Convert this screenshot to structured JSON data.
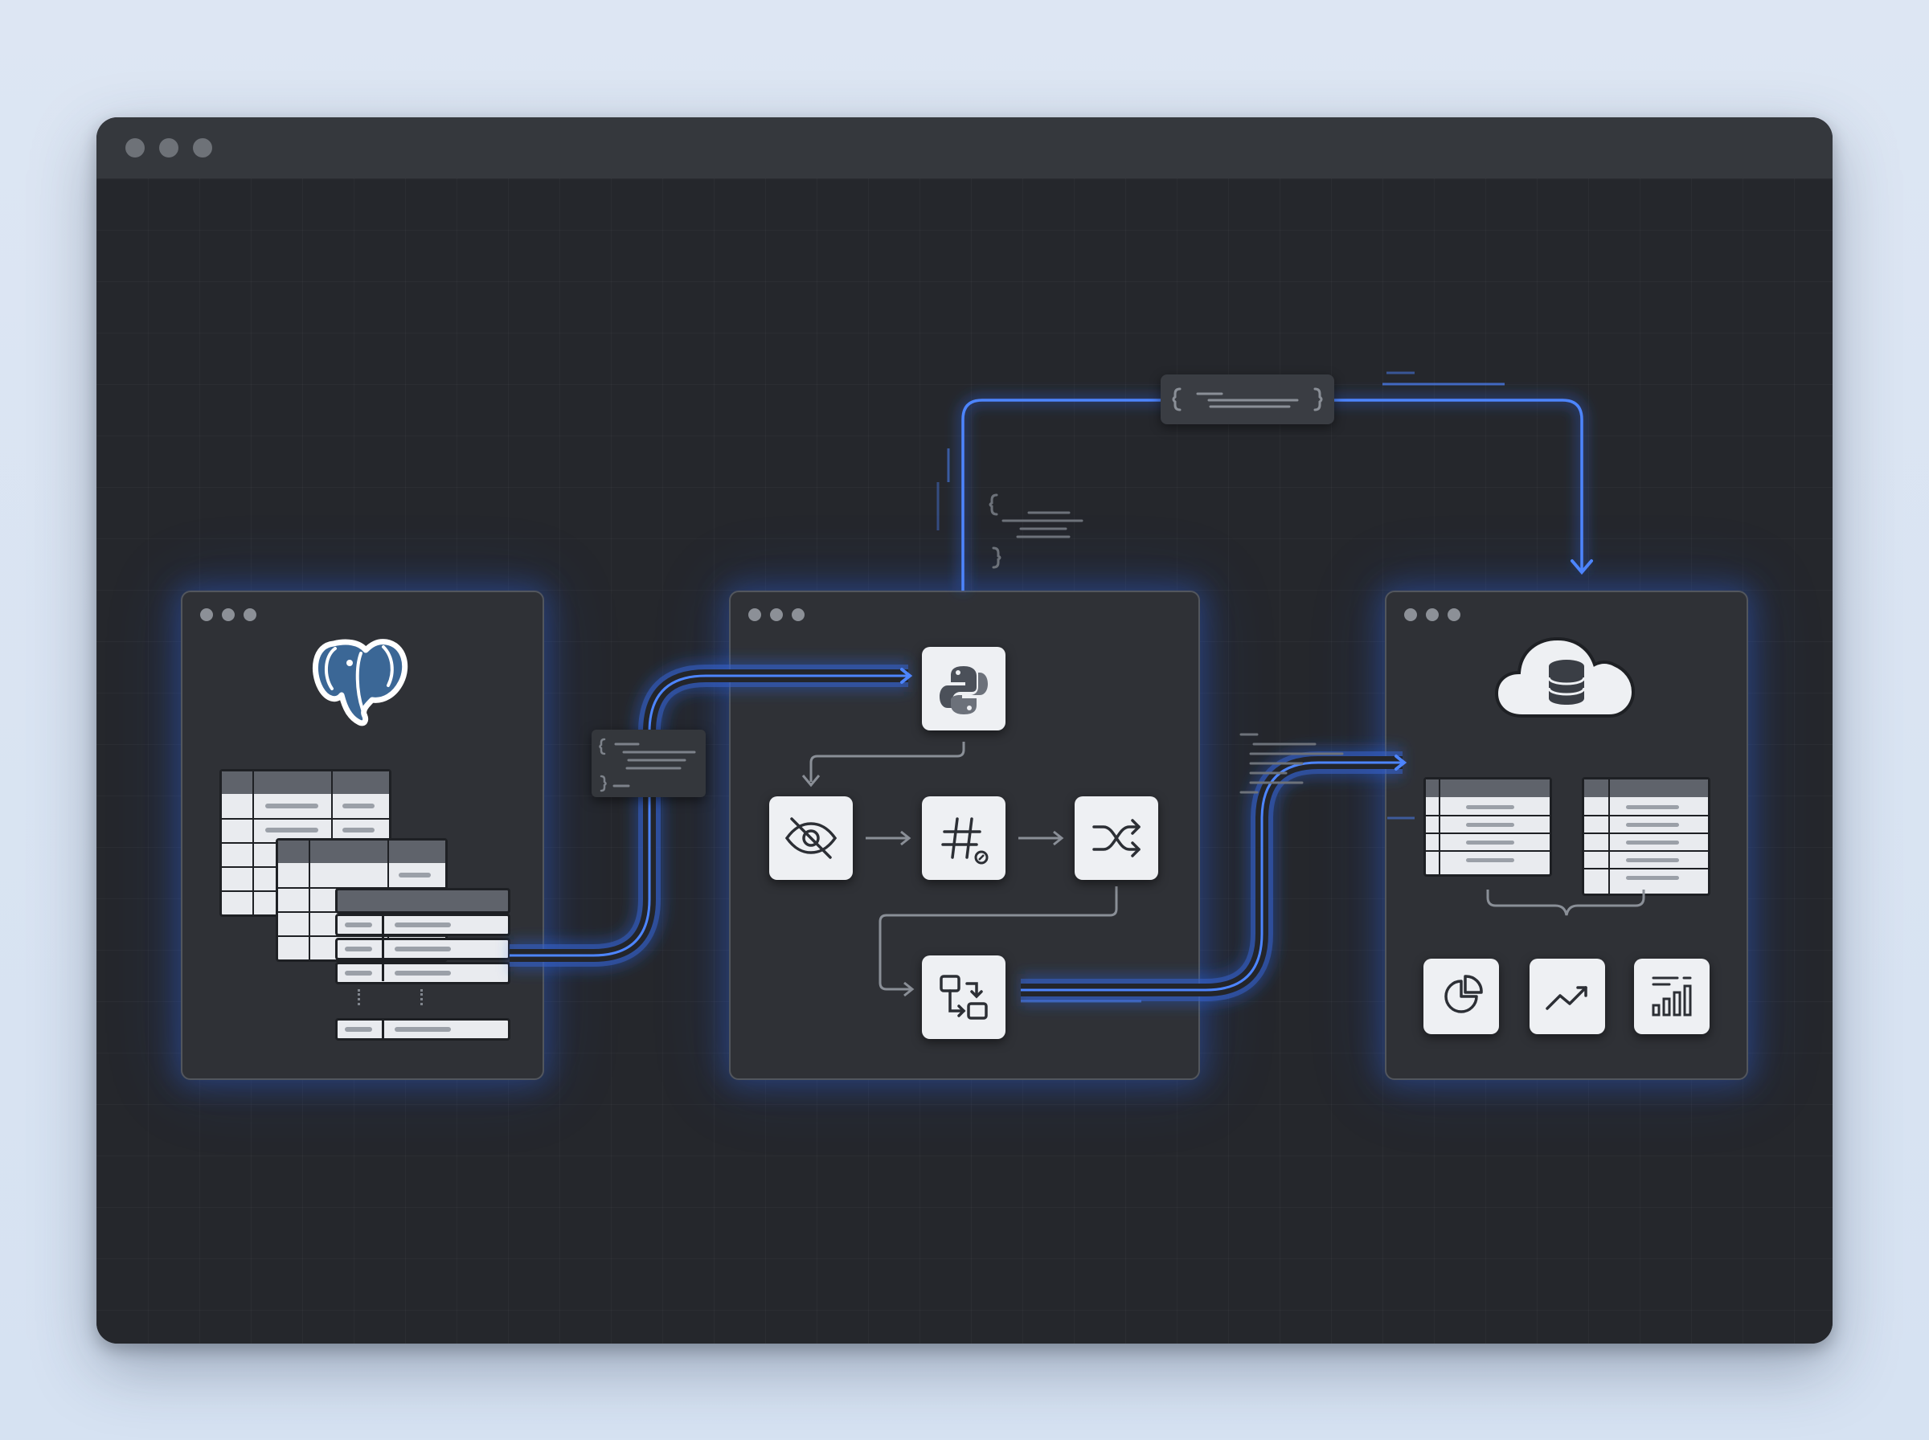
{
  "window": {
    "controls": [
      "close",
      "minimize",
      "maximize"
    ]
  },
  "colors": {
    "accent": "#3f7bff",
    "glow": "#2f64e0",
    "panel": "#2f3136",
    "canvas": "#25272c",
    "node": "#eef0f3"
  },
  "source_panel": {
    "logo_icon": "postgresql-elephant-icon",
    "tables": [
      "source-table",
      "source-table",
      "source-table"
    ]
  },
  "transform_panel": {
    "nodes": [
      {
        "id": "python",
        "icon": "python-icon"
      },
      {
        "id": "mask",
        "icon": "eye-off-icon"
      },
      {
        "id": "hash",
        "icon": "hash-icon"
      },
      {
        "id": "shuffle",
        "icon": "shuffle-icon"
      },
      {
        "id": "map",
        "icon": "transform-map-icon"
      }
    ]
  },
  "destination_panel": {
    "cloud_icon": "cloud-database-icon",
    "tables": [
      "output-table",
      "output-table"
    ],
    "charts": [
      "pie-chart-icon",
      "line-chart-icon",
      "bar-chart-icon"
    ]
  },
  "config_badge": {
    "icon": "json-braces-icon"
  }
}
